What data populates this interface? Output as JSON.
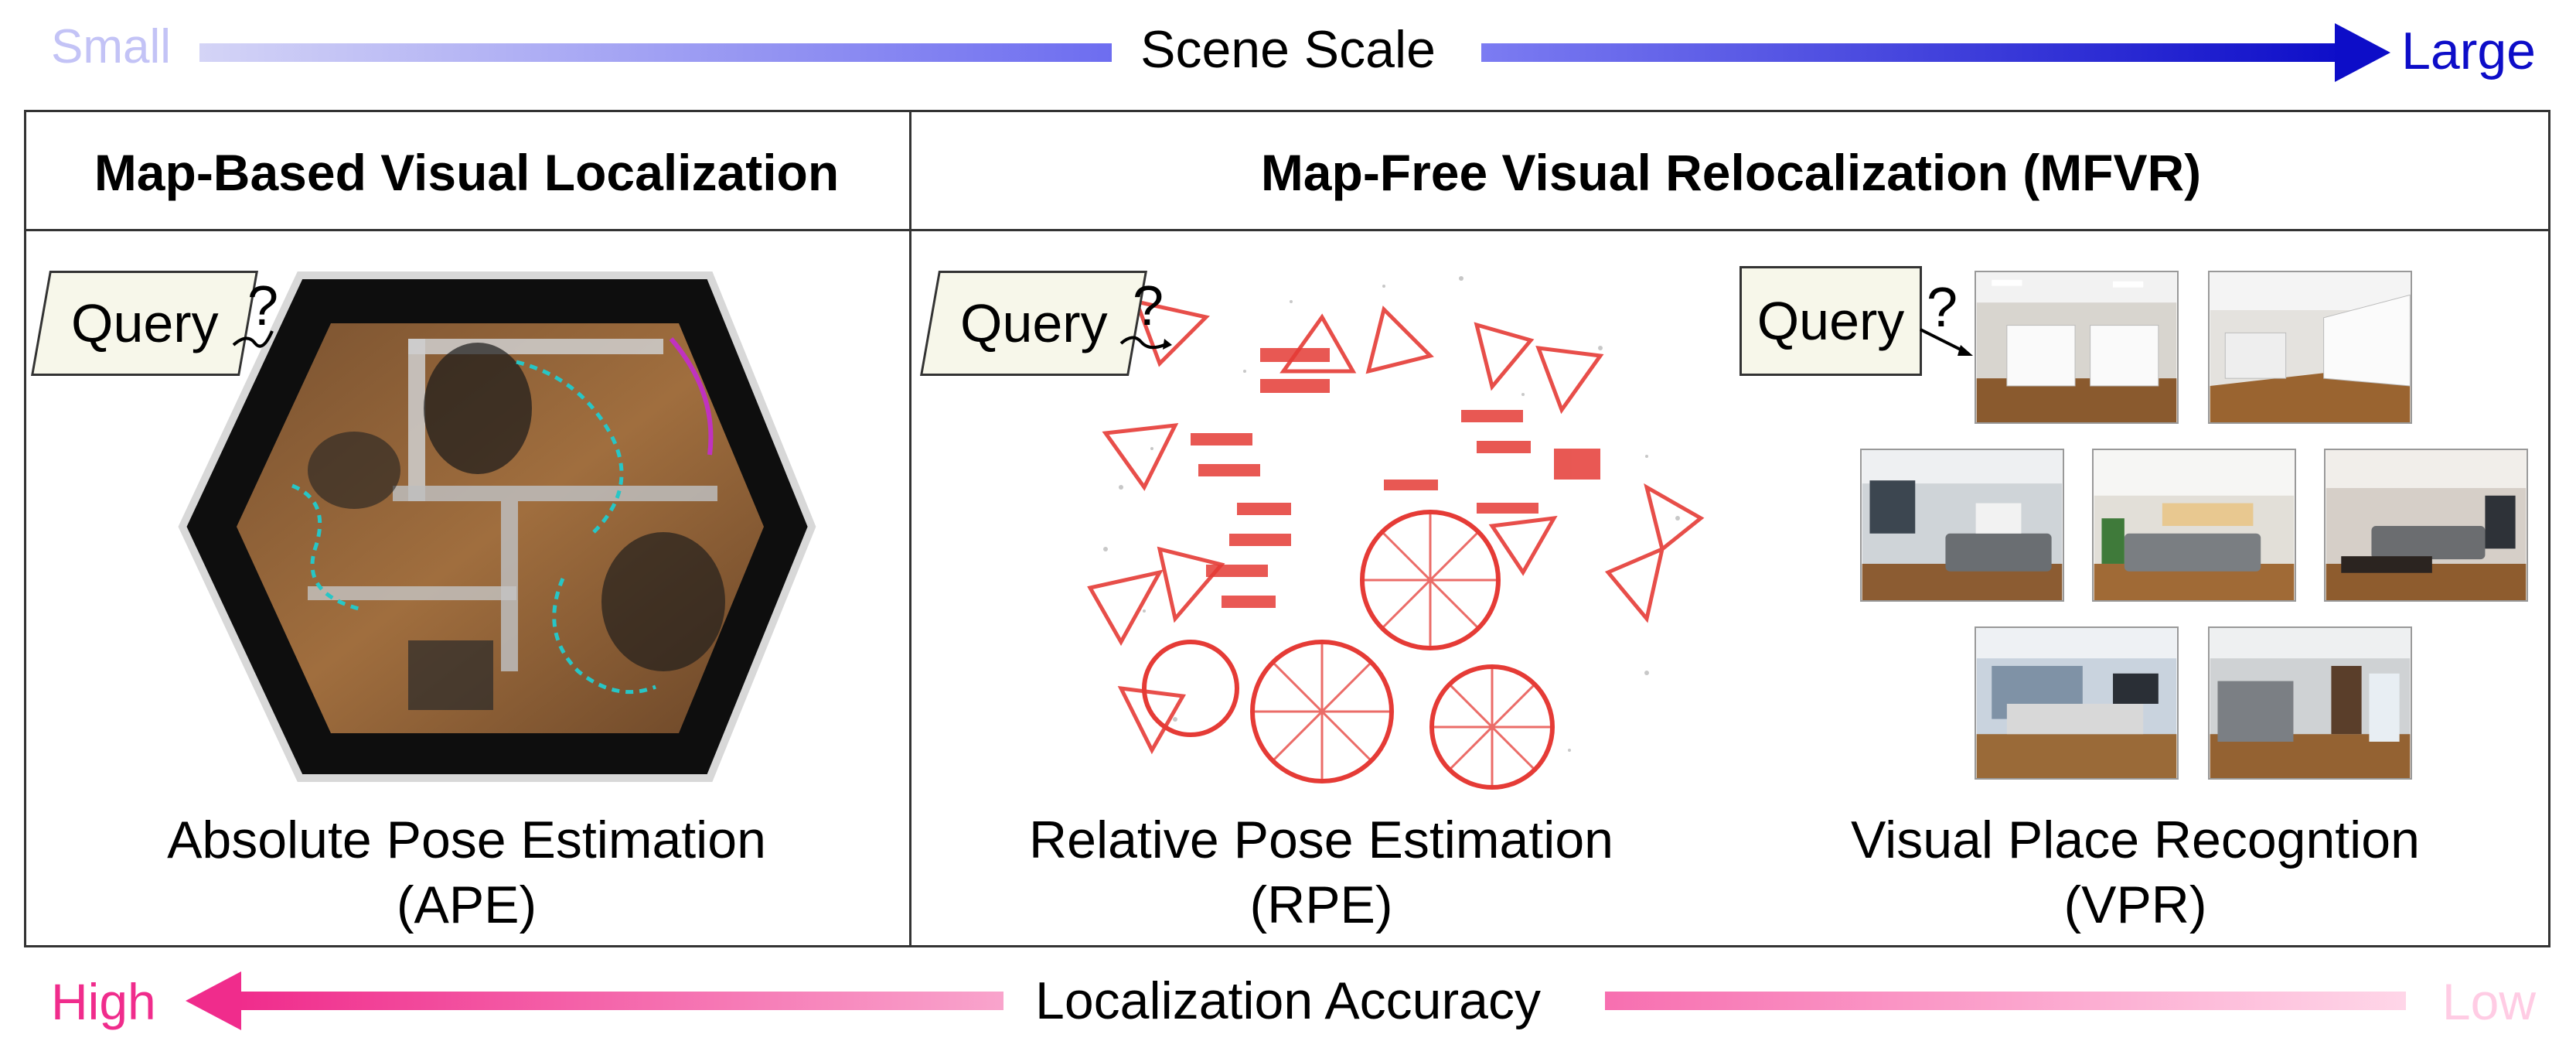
{
  "scale": {
    "small": "Small",
    "title": "Scene Scale",
    "large": "Large"
  },
  "columns": {
    "map_based": "Map-Based Visual Localization",
    "map_free": "Map-Free Visual Relocalization (MFVR)"
  },
  "panels": {
    "ape": {
      "query": "Query",
      "qmark": "?",
      "line1": "Absolute Pose Estimation",
      "line2": "(APE)"
    },
    "rpe": {
      "query": "Query",
      "qmark": "?",
      "line1": "Relative Pose Estimation",
      "line2": "(RPE)"
    },
    "vpr": {
      "query": "Query",
      "qmark": "?",
      "line1": "Visual Place Recogntion",
      "line2": "(VPR)"
    }
  },
  "accuracy": {
    "high": "High",
    "title": "Localization Accuracy",
    "low": "Low"
  },
  "colors": {
    "scale_light": "#c3c3f6",
    "scale_dark": "#0d0dc8",
    "acc_strong": "#f02c8c",
    "acc_light": "#ffcce4",
    "camera_red": "#e53b36",
    "query_fill": "#f7f7ea"
  }
}
